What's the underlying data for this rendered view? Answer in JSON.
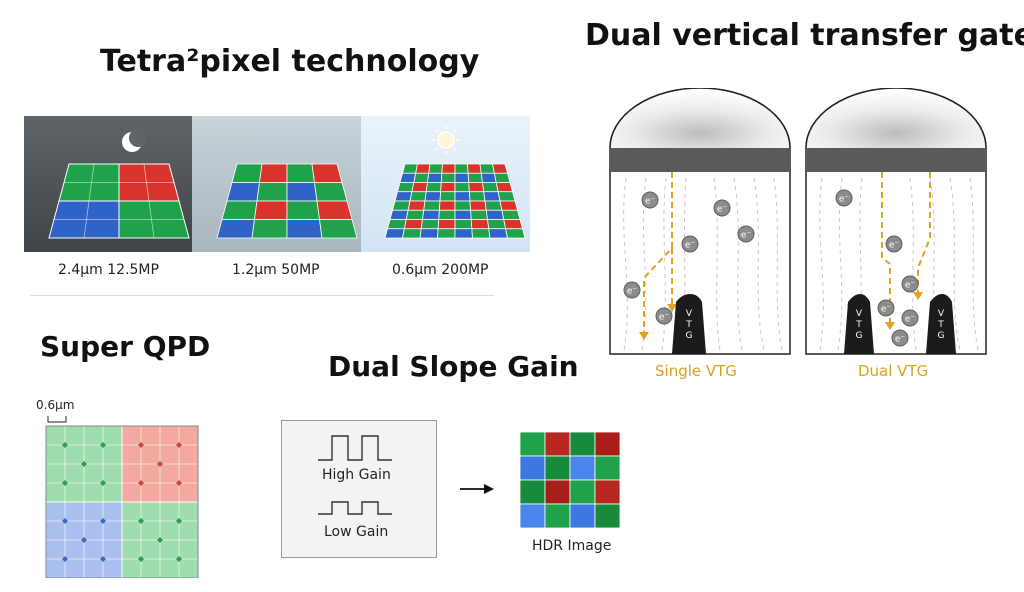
{
  "sections": {
    "tetra": {
      "title": "Tetra²pixel technology",
      "panels": [
        {
          "label": "2.4μm 12.5MP",
          "icon": "moon-icon",
          "grid": 2
        },
        {
          "label": "1.2μm 50MP",
          "icon": "",
          "grid": 4
        },
        {
          "label": "0.6μm 200MP",
          "icon": "sun-icon",
          "grid": 8
        }
      ]
    },
    "vtg": {
      "title": "Dual vertical transfer gate",
      "single_label": "Single VTG",
      "dual_label": "Dual VTG",
      "electron_label": "e⁻",
      "gate_label": "VTG"
    },
    "qpd": {
      "title": "Super QPD",
      "measure_label": "0.6μm"
    },
    "dsg": {
      "title": "Dual Slope Gain",
      "high_gain_label": "High Gain",
      "low_gain_label": "Low Gain",
      "output_label": "HDR Image"
    }
  },
  "colors": {
    "red": "#d9342b",
    "green": "#1fa24a",
    "blue": "#2f63c8",
    "gold": "#e0a31c",
    "qpd_green": "#9fdcae",
    "qpd_red": "#f2a9a0",
    "qpd_blue": "#a9c0ef"
  }
}
